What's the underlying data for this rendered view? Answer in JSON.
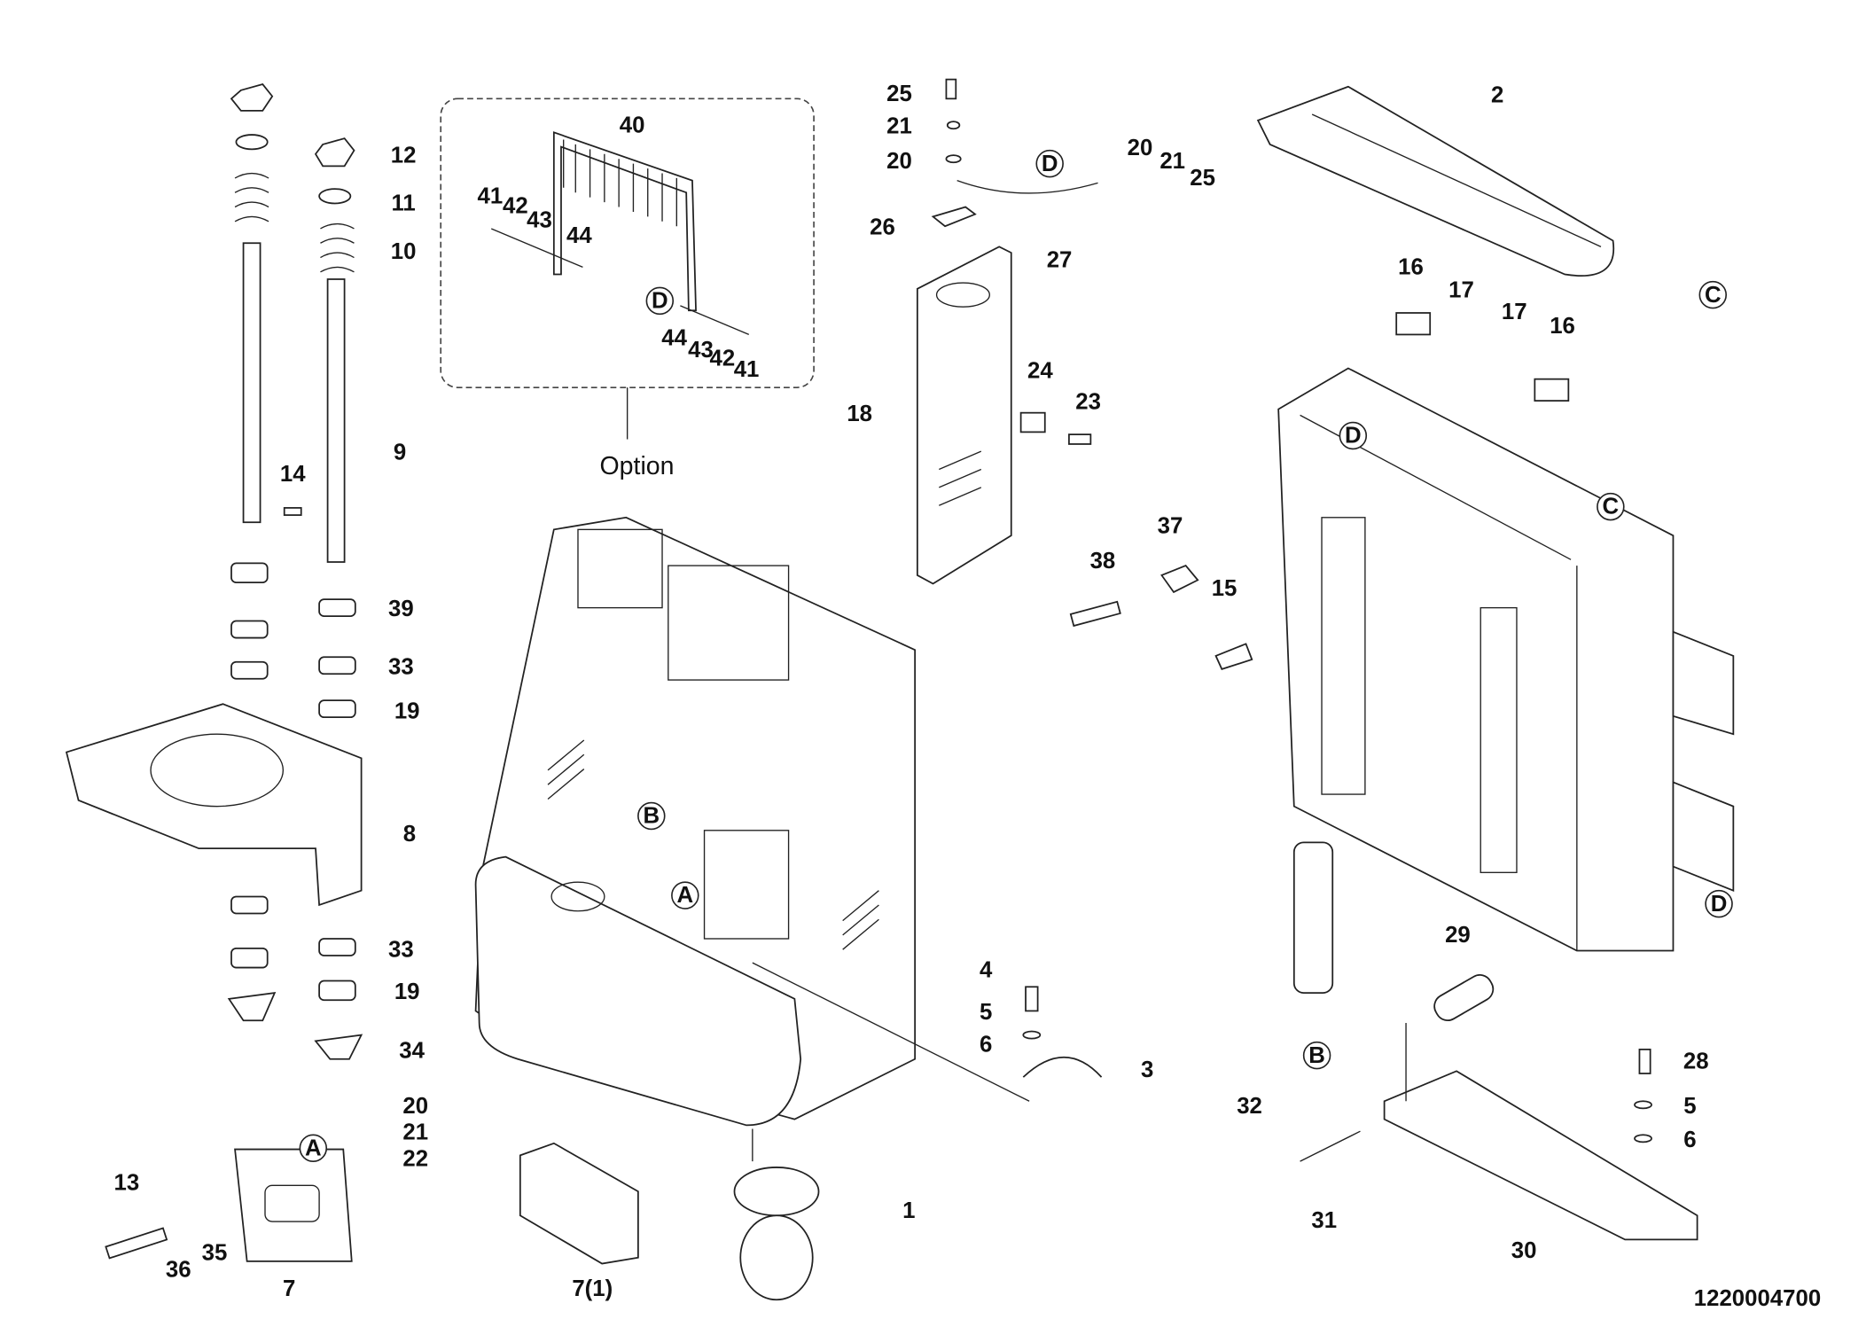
{
  "drawing_number": "1220004700",
  "option_box_label": "Option",
  "part_numbers": [
    "12",
    "11",
    "10",
    "9",
    "14",
    "39",
    "33",
    "19",
    "8",
    "33",
    "19",
    "34",
    "20",
    "21",
    "22",
    "13",
    "36",
    "35",
    "7",
    "40",
    "41",
    "42",
    "43",
    "44",
    "44",
    "43",
    "42",
    "41",
    "7(1)",
    "1",
    "25",
    "21",
    "20",
    "26",
    "27",
    "20",
    "21",
    "25",
    "18",
    "24",
    "23",
    "4",
    "5",
    "6",
    "3",
    "38",
    "37",
    "15",
    "2",
    "16",
    "17",
    "17",
    "16",
    "29",
    "28",
    "5",
    "6",
    "32",
    "31",
    "30"
  ],
  "reference_markers": [
    "A",
    "D",
    "B",
    "A",
    "D",
    "C",
    "D",
    "C",
    "D",
    "B"
  ],
  "colors": {
    "line": "#222222",
    "background": "#ffffff"
  }
}
